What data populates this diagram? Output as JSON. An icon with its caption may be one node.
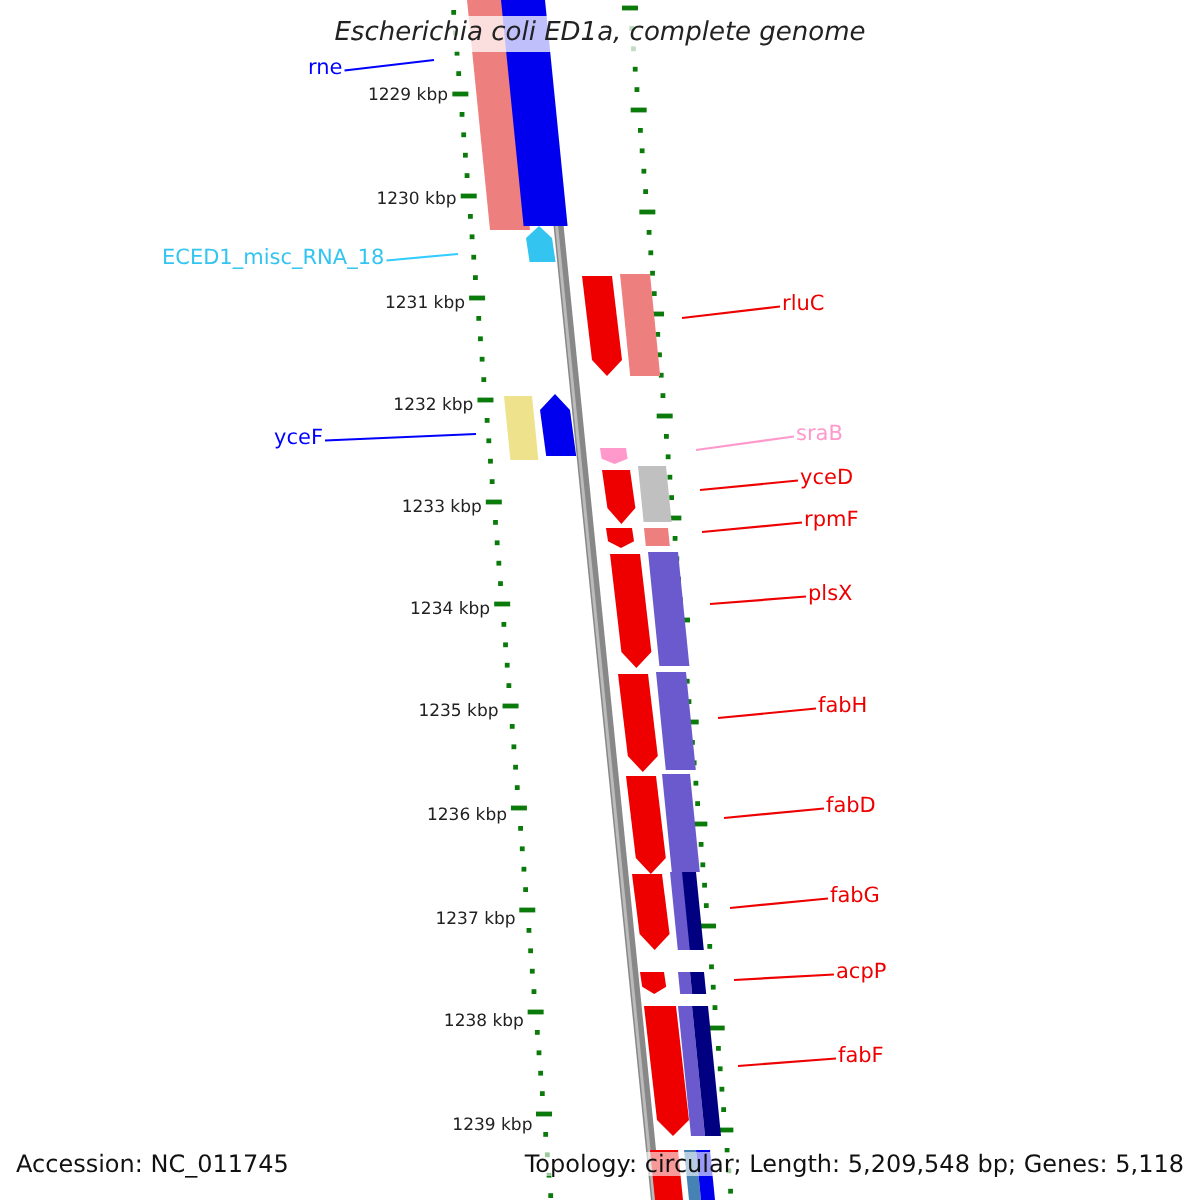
{
  "diagram": {
    "title": "Escherichia coli ED1a, complete genome",
    "nodes": [
      {
        "text": [
          "rne"
        ]
      },
      {
        "text": [
          "ECED1_misc_RNA_18"
        ]
      },
      {
        "text": [
          "rluC"
        ]
      },
      {
        "text": [
          "yceF"
        ]
      },
      {
        "text": [
          "sraB"
        ]
      },
      {
        "text": [
          "yceD"
        ]
      },
      {
        "text": [
          "rpmF"
        ]
      },
      {
        "text": [
          "plsX"
        ]
      },
      {
        "text": [
          "fabH"
        ]
      },
      {
        "text": [
          "fabD"
        ]
      },
      {
        "text": [
          "fabG"
        ]
      },
      {
        "text": [
          "acpP"
        ]
      },
      {
        "text": [
          "fabF"
        ]
      }
    ],
    "edges": [
      {
        "from": 0,
        "to": null,
        "arrow": "none",
        "color": "#0000ff"
      },
      {
        "from": 1,
        "to": null,
        "arrow": "none",
        "color": "#33ccff"
      },
      {
        "from": 2,
        "to": null,
        "arrow": "none"
      },
      {
        "from": 3,
        "to": null,
        "arrow": "none",
        "color": "#0000ff"
      },
      {
        "from": 4,
        "to": null,
        "arrow": "none",
        "color": "#ff99cc"
      },
      {
        "from": 5,
        "to": null,
        "arrow": "none"
      },
      {
        "from": 6,
        "to": null,
        "arrow": "none"
      },
      {
        "from": 7,
        "to": null,
        "arrow": "none"
      },
      {
        "from": 8,
        "to": null,
        "arrow": "none"
      },
      {
        "from": 9,
        "to": null,
        "arrow": "none"
      },
      {
        "from": 10,
        "to": null,
        "arrow": "none"
      },
      {
        "from": 11,
        "to": null,
        "arrow": "none"
      },
      {
        "from": 12,
        "to": null,
        "arrow": "none"
      }
    ],
    "labels": [
      "1229 kbp",
      "1230 kbp",
      "1231 kbp",
      "1232 kbp",
      "1233 kbp",
      "1234 kbp",
      "1235 kbp",
      "1236 kbp",
      "1237 kbp",
      "1238 kbp",
      "1239 kbp",
      "Accession: NC_011745",
      "Topology: circular; Length: 5,209,548 bp; Genes: 5,118"
    ]
  }
}
